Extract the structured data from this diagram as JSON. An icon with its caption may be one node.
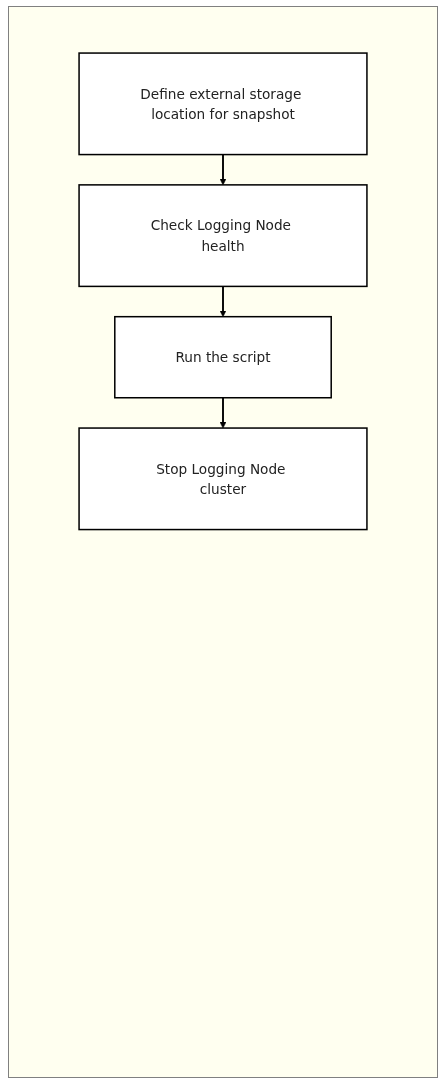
{
  "diagram": {
    "nodes": [
      {
        "text": [
          "Define external storage location for snapshot"
        ]
      },
      {
        "text": [
          "Check Logging Node health"
        ]
      },
      {
        "text": [
          "Run the script"
        ]
      },
      {
        "text": [
          "Stop Logging Node cluster"
        ]
      }
    ],
    "edges": [
      {
        "from": 0,
        "to": 1,
        "arrow": "to"
      },
      {
        "from": 1,
        "to": 2,
        "arrow": "to"
      },
      {
        "from": 2,
        "to": 3,
        "arrow": "to"
      }
    ]
  }
}
